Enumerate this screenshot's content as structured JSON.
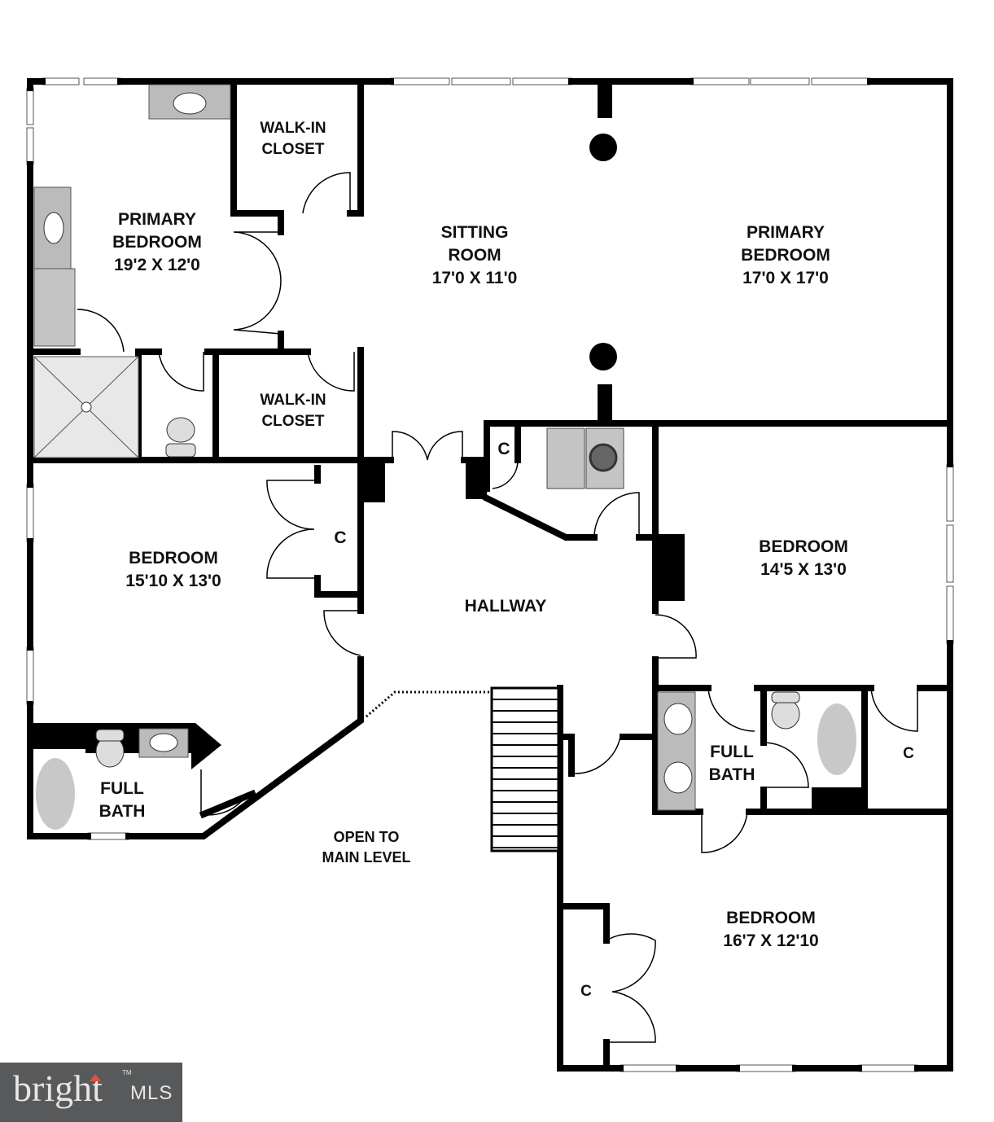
{
  "rooms": [
    {
      "name": "PRIMARY\nBEDROOM",
      "dims": "19'2 X 12'0"
    },
    {
      "name": "WALK-IN\nCLOSET"
    },
    {
      "name": "SITTING\nROOM",
      "dims": "17'0 X 11'0"
    },
    {
      "name": "PRIMARY\nBEDROOM",
      "dims": "17'0 X 17'0"
    },
    {
      "name": "WALK-IN\nCLOSET"
    },
    {
      "name": "BEDROOM",
      "dims": "15'10 X 13'0"
    },
    {
      "name": "HALLWAY"
    },
    {
      "name": "BEDROOM",
      "dims": "14'5 X 13'0"
    },
    {
      "name": "FULL\nBATH"
    },
    {
      "name": "FULL\nBATH"
    },
    {
      "name": "OPEN TO\nMAIN LEVEL"
    },
    {
      "name": "BEDROOM",
      "dims": "16'7 X 12'10"
    }
  ],
  "closets": [
    "C",
    "C",
    "C",
    "C"
  ],
  "logo": {
    "text": "bright",
    "suffix": "MLS",
    "tm": "TM",
    "accent": "#e0533a"
  }
}
